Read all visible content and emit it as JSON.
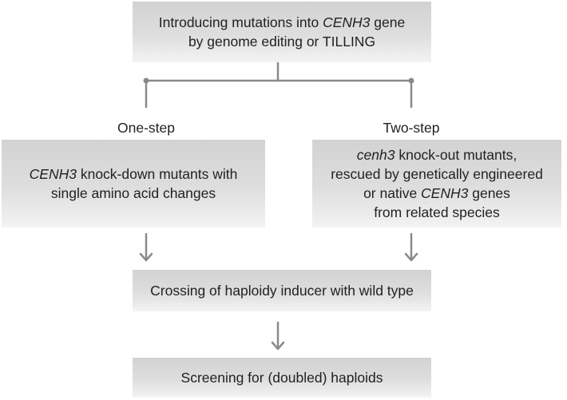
{
  "boxes": {
    "top": {
      "line1_pre": "Introducing mutations into ",
      "line1_em": "CENH3",
      "line1_post": " gene",
      "line2": "by genome editing or TILLING"
    },
    "one_step": {
      "line1_em": "CENH3",
      "line1_post": " knock-down mutants with",
      "line2": "single amino acid changes"
    },
    "two_step": {
      "line1_em": "cenh3",
      "line1_post": " knock-out mutants,",
      "line2": "rescued by genetically engineered",
      "line3_pre": "or native ",
      "line3_em": "CENH3",
      "line3_post": " genes",
      "line4": "from related species"
    },
    "crossing": {
      "line1": "Crossing of haploidy inducer with wild type"
    },
    "screening": {
      "line1": "Screening for (doubled) haploids"
    }
  },
  "labels": {
    "one_step": "One-step",
    "two_step": "Two-step"
  },
  "colors": {
    "box_top_shade": "#d2d2d2",
    "box_bottom_shade": "#f3f3f3",
    "connector": "#8a8a8a",
    "text": "#231f20"
  }
}
